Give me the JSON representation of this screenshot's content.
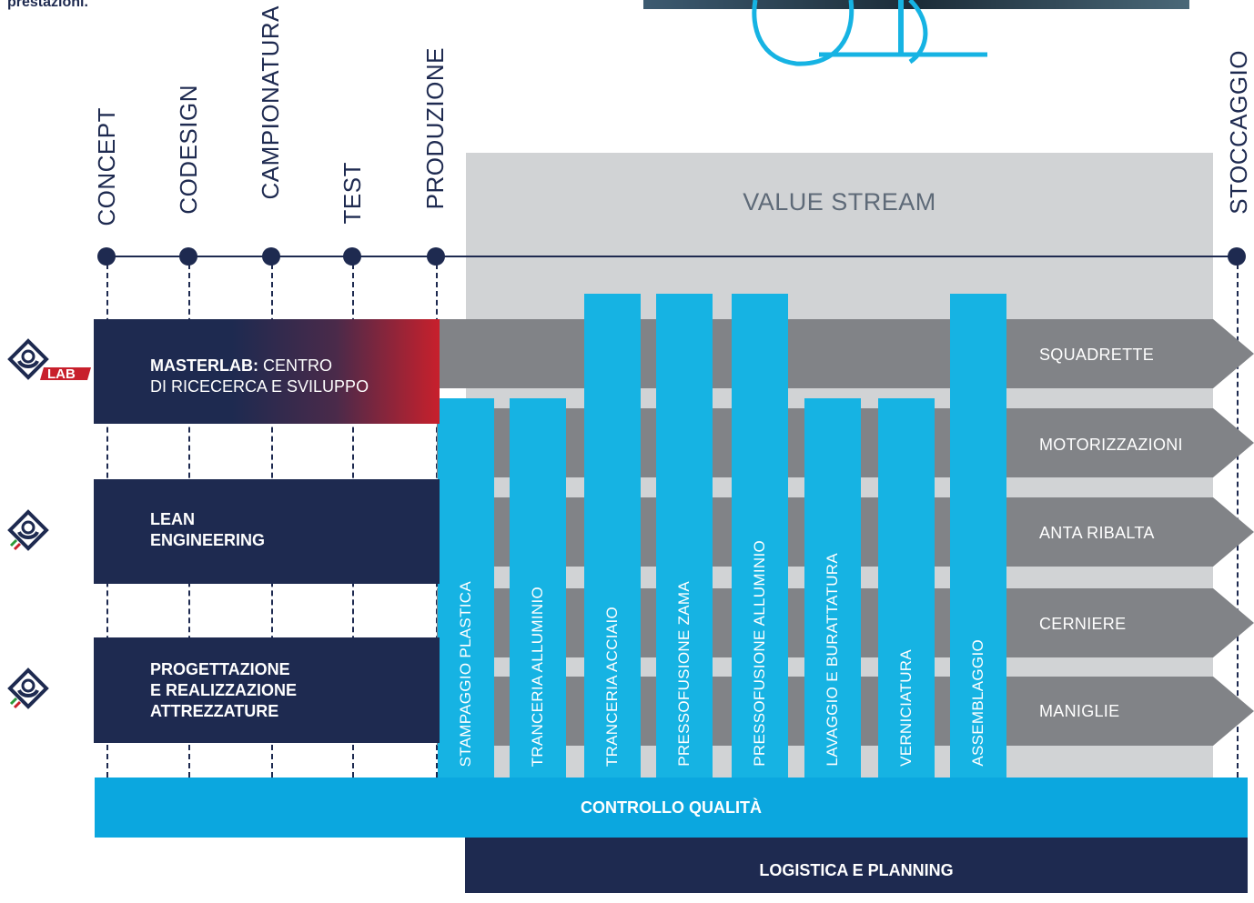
{
  "header": {
    "caption": "prestazioni."
  },
  "phases": {
    "concept": "CONCEPT",
    "codesign": "CODESIGN",
    "campionatura": "CAMPIONATURA",
    "test": "TEST",
    "produzione": "PRODUZIONE",
    "stoccaggio": "STOCCAGGIO"
  },
  "value_stream": {
    "label": "VALUE STREAM"
  },
  "boxes": {
    "masterlab_bold": "MASTERLAB:",
    "masterlab_rest": " CENTRO",
    "masterlab_line2": "DI RICECERCA E SVILUPPO",
    "lean_line1": "LEAN",
    "lean_line2": "ENGINEERING",
    "prog_line1": "PROGETTAZIONE",
    "prog_line2": "E REALIZZAZIONE",
    "prog_line3": "ATTREZZATURE"
  },
  "logos": {
    "lab_text": "LAB"
  },
  "product_lines": [
    "SQUADRETTE",
    "MOTORIZZAZIONI",
    "ANTA RIBALTA",
    "CERNIERE",
    "MANIGLIE"
  ],
  "processes": [
    "STAMPAGGIO PLASTICA",
    "TRANCERIA ALLUMINIO",
    "TRANCERIA ACCIAIO",
    "PRESSOFUSIONE ZAMA",
    "PRESSOFUSIONE ALLUMINIO",
    "LAVAGGIO E BURATTATURA",
    "VERNICIATURA",
    "ASSEMBLAGGIO"
  ],
  "footer": {
    "quality": "CONTROLLO QUALITÀ",
    "logistics": "LOGISTICA E PLANNING"
  },
  "colors": {
    "navy": "#1e2a50",
    "cyan": "#16b3e3",
    "quality_blue": "#0ba7df",
    "arrow_gray": "#818387",
    "stream_gray": "#d1d3d5",
    "masterlab_red": "#c8202c"
  }
}
